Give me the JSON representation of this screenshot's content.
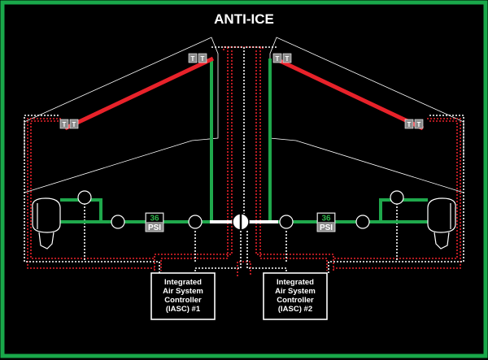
{
  "title": "ANTI-ICE",
  "pressure": {
    "left": {
      "value": "36",
      "unit": "PSI"
    },
    "right": {
      "value": "36",
      "unit": "PSI"
    }
  },
  "sensor_label": "T",
  "controllers": [
    {
      "line1": "Integrated",
      "line2": "Air System",
      "line3": "Controller",
      "line4": "(IASC) #1"
    },
    {
      "line1": "Integrated",
      "line2": "Air System",
      "line3": "Controller",
      "line4": "(IASC) #2"
    }
  ],
  "colors": {
    "background": "#000000",
    "border": "#19a84a",
    "duct": "#1fa84c",
    "heated_edge": "#e8222a",
    "signal_red": "#e8222a",
    "signal_white": "#ffffff"
  }
}
